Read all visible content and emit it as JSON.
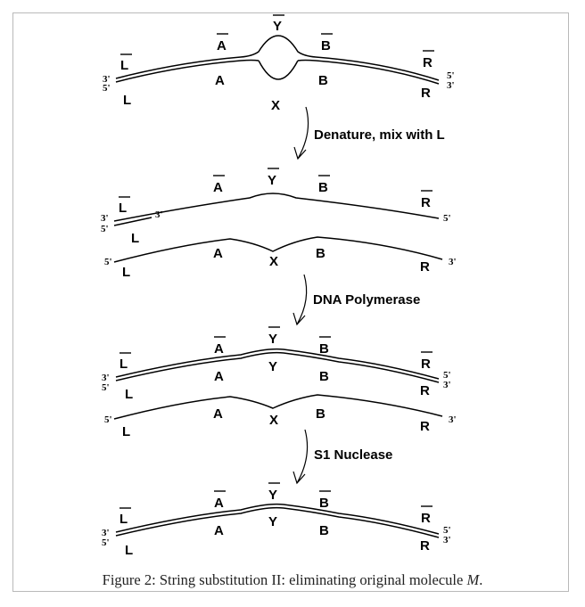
{
  "caption": {
    "text": "Figure 2: String substitution II: eliminating original molecule ",
    "symbol": "M",
    "end": "."
  },
  "labels": {
    "L": "L",
    "A": "A",
    "Y": "Y",
    "X": "X",
    "B": "B",
    "R": "R",
    "three_prime": "3'",
    "five_prime": "5'"
  },
  "steps": [
    "Denature, mix with L",
    "DNA Polymerase",
    "S1 Nuclease"
  ]
}
